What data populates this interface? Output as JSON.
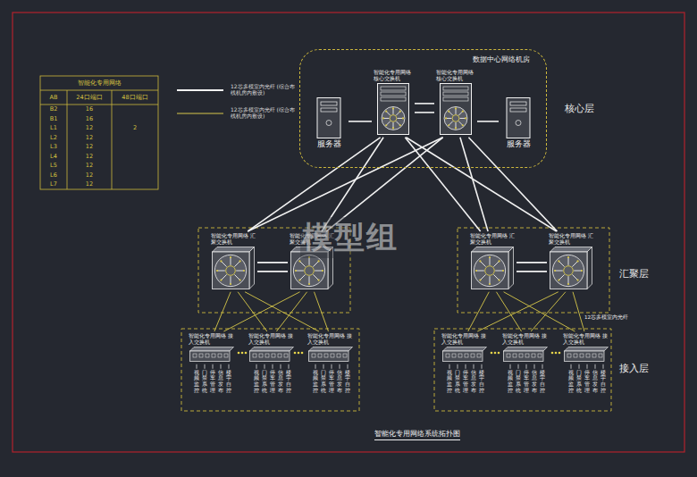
{
  "diagram": {
    "caption": "智能化专用网络系统拓扑图",
    "nodes": [
      {
        "text": [
          "数据中心网络机房"
        ]
      },
      {
        "text": [
          "服务器"
        ],
        "in": 0
      },
      {
        "text": [
          "智能化专用网络 核心交换机"
        ],
        "in": 0
      },
      {
        "text": [
          "智能化专用网络 核心交换机"
        ],
        "in": 0
      },
      {
        "text": [
          "服务器"
        ],
        "in": 0
      },
      {
        "text": [
          "智能化专用网络 汇聚交换机"
        ]
      },
      {
        "text": [
          "智能化专用网络 汇聚交换机"
        ]
      },
      {
        "text": [
          "智能化专用网络 汇聚交换机"
        ]
      },
      {
        "text": [
          "智能化专用网络 汇聚交换机"
        ]
      },
      {
        "text": [
          "智能化专用网络 接入交换机"
        ]
      },
      {
        "text": [
          "智能化专用网络 接入交换机"
        ]
      },
      {
        "text": [
          "智能化专用网络 接入交换机"
        ]
      },
      {
        "text": [
          "智能化专用网络 接入交换机"
        ]
      },
      {
        "text": [
          "智能化专用网络 接入交换机"
        ]
      },
      {
        "text": [
          "智能化专用网络 接入交换机"
        ]
      }
    ],
    "edges": [
      {
        "from": 2,
        "to": 3,
        "arrow": "none"
      },
      {
        "from": 1,
        "to": 2,
        "arrow": "none"
      },
      {
        "from": 3,
        "to": 4,
        "arrow": "none"
      },
      {
        "from": 2,
        "to": 5,
        "arrow": "none"
      },
      {
        "from": 2,
        "to": 6,
        "arrow": "none"
      },
      {
        "from": 2,
        "to": 7,
        "arrow": "none"
      },
      {
        "from": 2,
        "to": 8,
        "arrow": "none"
      },
      {
        "from": 3,
        "to": 5,
        "arrow": "none"
      },
      {
        "from": 3,
        "to": 6,
        "arrow": "none"
      },
      {
        "from": 3,
        "to": 7,
        "arrow": "none"
      },
      {
        "from": 3,
        "to": 8,
        "arrow": "none"
      },
      {
        "from": 5,
        "to": 6,
        "arrow": "none"
      },
      {
        "from": 7,
        "to": 8,
        "arrow": "none"
      },
      {
        "from": 5,
        "to": 9,
        "arrow": "none"
      },
      {
        "from": 5,
        "to": 10,
        "arrow": "none"
      },
      {
        "from": 5,
        "to": 11,
        "arrow": "none"
      },
      {
        "from": 6,
        "to": 9,
        "arrow": "none"
      },
      {
        "from": 6,
        "to": 10,
        "arrow": "none"
      },
      {
        "from": 6,
        "to": 11,
        "arrow": "none"
      },
      {
        "from": 7,
        "to": 12,
        "arrow": "none"
      },
      {
        "from": 7,
        "to": 13,
        "arrow": "none"
      },
      {
        "from": 7,
        "to": 14,
        "arrow": "none"
      },
      {
        "from": 8,
        "to": 12,
        "arrow": "none"
      },
      {
        "from": 8,
        "to": 13,
        "arrow": "none"
      },
      {
        "from": 8,
        "to": 14,
        "arrow": "none"
      }
    ],
    "labels": [
      "智能化专用网络",
      "AB",
      "24口端口",
      "48口端口",
      "B2",
      "16",
      "B1",
      "16",
      "L1",
      "12",
      "2",
      "L2",
      "12",
      "L3",
      "12",
      "L4",
      "12",
      "L5",
      "12",
      "L6",
      "12",
      "L7",
      "12",
      "核心层",
      "汇聚层",
      "接入层",
      "12芯多模室内光纤",
      "模型组",
      "视频监控",
      "门禁系统",
      "停车管理",
      "信息发布",
      "楼宇自控",
      "视频监控",
      "门禁系统",
      "停车管理",
      "信息发布",
      "楼宇自控",
      "视频监控",
      "门禁系统",
      "停车管理",
      "信息发布",
      "楼宇自控",
      "视频监控",
      "门禁系统",
      "停车管理",
      "信息发布",
      "楼宇自控",
      "视频监控",
      "门禁系统",
      "停车管理",
      "信息发布",
      "楼宇自控",
      "视频监控",
      "门禁系统",
      "停车管理",
      "信息发布",
      "楼宇自控"
    ],
    "legend": [
      {
        "text": "12芯多模室内光纤 (综合布线机房内敷设)"
      },
      {
        "text": "12芯多模室内光纤 (综合布线机房内敷设)"
      }
    ]
  }
}
